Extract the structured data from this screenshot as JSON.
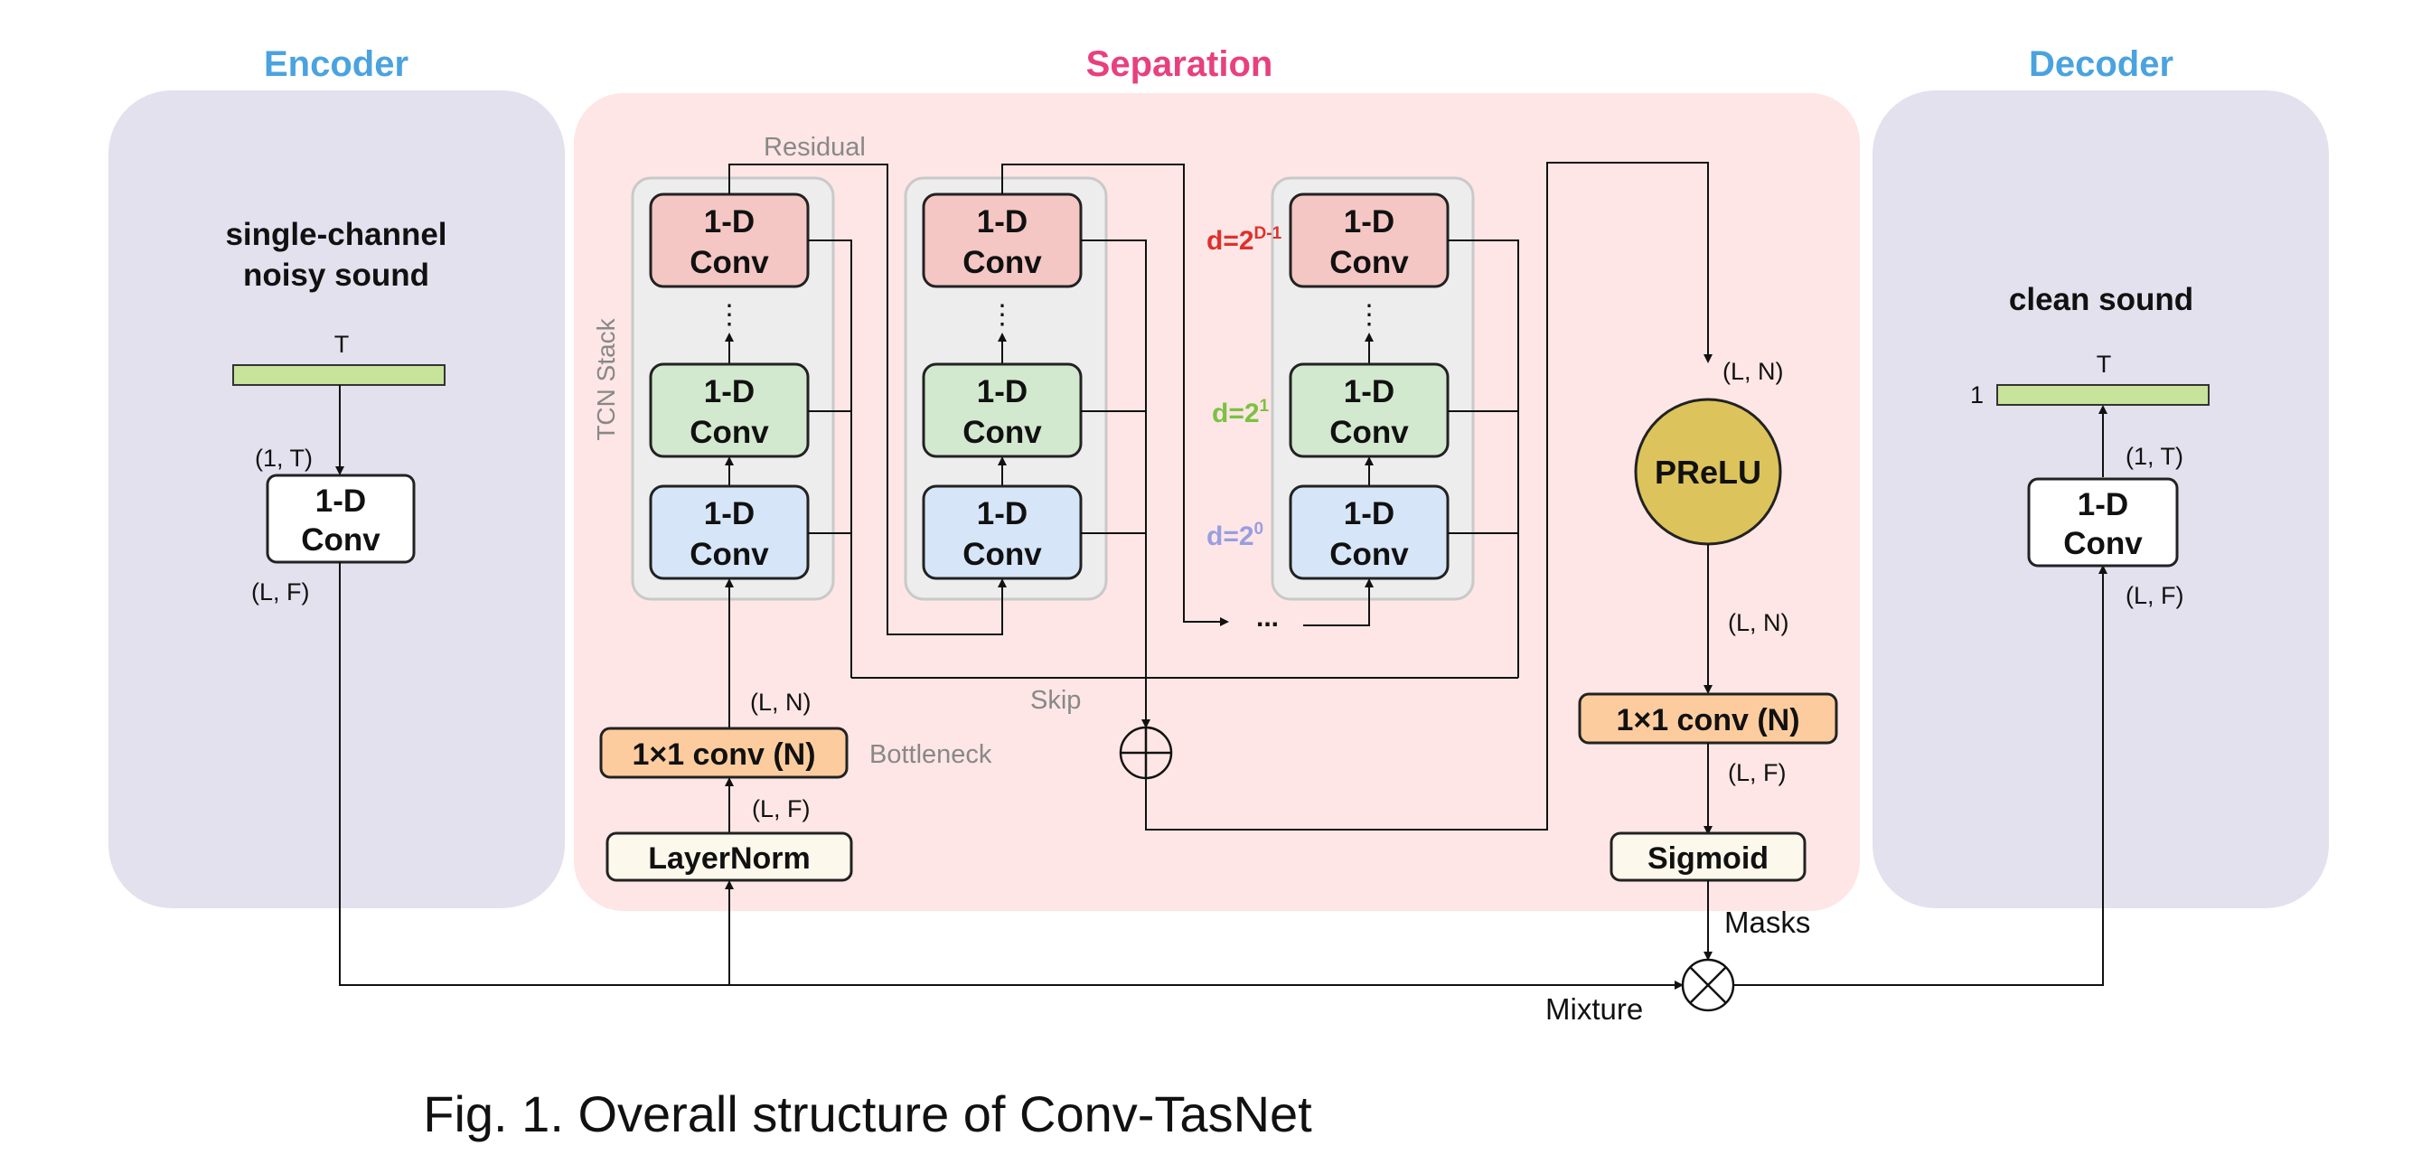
{
  "sections": {
    "encoder": "Encoder",
    "separation": "Separation",
    "decoder": "Decoder"
  },
  "colors": {
    "encoder_title": "#4aa3df",
    "separation_title": "#e8407f",
    "panel_side": "#e3e1ee",
    "panel_sep": "#fde6e5",
    "stack_bg": "#ededed",
    "conv_red": "#f4c7c4",
    "conv_green": "#d3e9cf",
    "conv_blue": "#d6e6f8",
    "conv_orange": "#fdcc9e",
    "prelu": "#dcc35b",
    "signal": "#c8e39a",
    "d_red": "#e0302b",
    "d_green": "#7cc142",
    "d_purple": "#9a9ee0"
  },
  "encoder": {
    "input_label_line1": "single-channel",
    "input_label_line2": "noisy sound",
    "signal_label": "T",
    "in_shape": "(1, T)",
    "conv_line1": "1-D",
    "conv_line2": "Conv",
    "out_shape": "(L, F)"
  },
  "separation": {
    "residual_label": "Residual",
    "tcn_stack_label": "TCN Stack",
    "conv_line1": "1-D",
    "conv_line2": "Conv",
    "vdots": "⋮",
    "ellipsis": "...",
    "d_top": "d=2",
    "d_top_exp": "D-1",
    "d_mid": "d=2",
    "d_mid_exp": "1",
    "d_bot": "d=2",
    "d_bot_exp": "0",
    "skip_label": "Skip",
    "bottleneck_shape_top": "(L, N)",
    "bottleneck_box": "1×1 conv (N)",
    "bottleneck_label": "Bottleneck",
    "layernorm_shape": "(L, F)",
    "layernorm_box": "LayerNorm",
    "prelu_in_shape": "(L, N)",
    "prelu": "PReLU",
    "prelu_out_shape": "(L, N)",
    "mask_conv_box": "1×1 conv (N)",
    "mask_conv_shape": "(L, F)",
    "sigmoid_box": "Sigmoid",
    "masks_label": "Masks",
    "mixture_label": "Mixture"
  },
  "decoder": {
    "output_label": "clean sound",
    "signal_label": "T",
    "channel_label": "1",
    "out_shape": "(1, T)",
    "conv_line1": "1-D",
    "conv_line2": "Conv",
    "in_shape": "(L, F)"
  },
  "caption": "Fig. 1. Overall structure of Conv-TasNet"
}
